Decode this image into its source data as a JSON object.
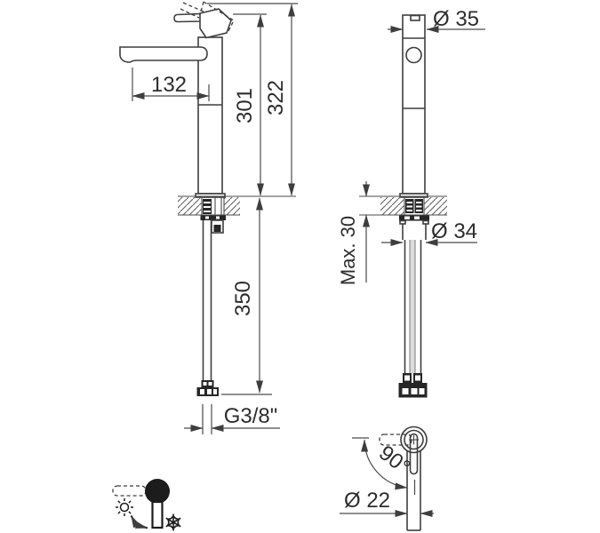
{
  "drawing": {
    "background": "#ffffff",
    "line_color": "#3e3e3e",
    "text_color": "#2d2d2d",
    "dimensions": {
      "spout_reach": "132",
      "spout_height": "301",
      "total_height": "322",
      "supply_length": "350",
      "supply_thread": "G3/8\"",
      "body_diameter": "Ø 35",
      "max_deck_thickness": "Max. 30",
      "base_diameter": "Ø 34",
      "handle_rotation": "90°",
      "handle_diameter": "Ø 22"
    },
    "icons": {
      "sun": "hot-water-sun-icon",
      "snowflake": "cold-water-snowflake-icon",
      "rotation_arrow": "mixing-rotation-arrow-icon"
    }
  }
}
